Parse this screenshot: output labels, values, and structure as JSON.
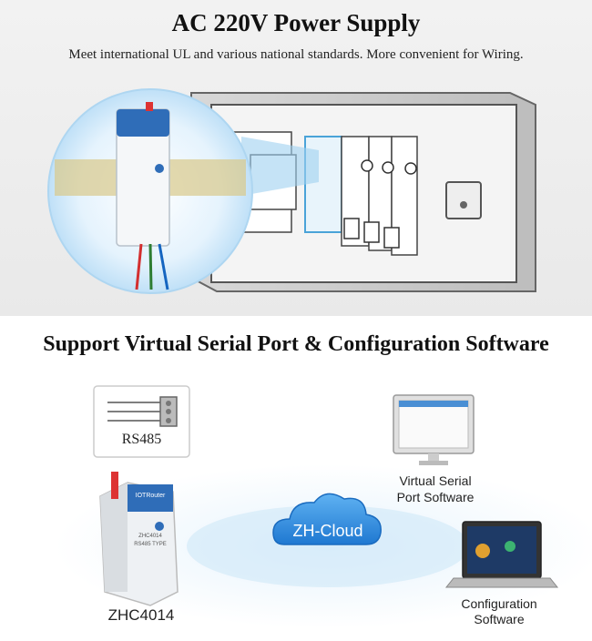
{
  "header": {
    "title": "AC 220V Power Supply",
    "subtitle": "Meet international UL and various national standards. More convenient for Wiring."
  },
  "section2": {
    "title": "Support Virtual Serial Port & Configuration Software"
  },
  "labels": {
    "rs485": "RS485",
    "virtual_line1": "Virtual Serial",
    "virtual_line2": "Port Software",
    "cloud": "ZH-Cloud",
    "config_line1": "Configuration",
    "config_line2": "Software",
    "device": "ZHC4014"
  },
  "device_text": {
    "brand": "IOTRouter",
    "model": "ZHC4014",
    "spec": "RS485 TYPE"
  },
  "colors": {
    "accent": "#1e88e5",
    "circle": "#d6ecfb",
    "cloud": "#2f8fe0"
  }
}
